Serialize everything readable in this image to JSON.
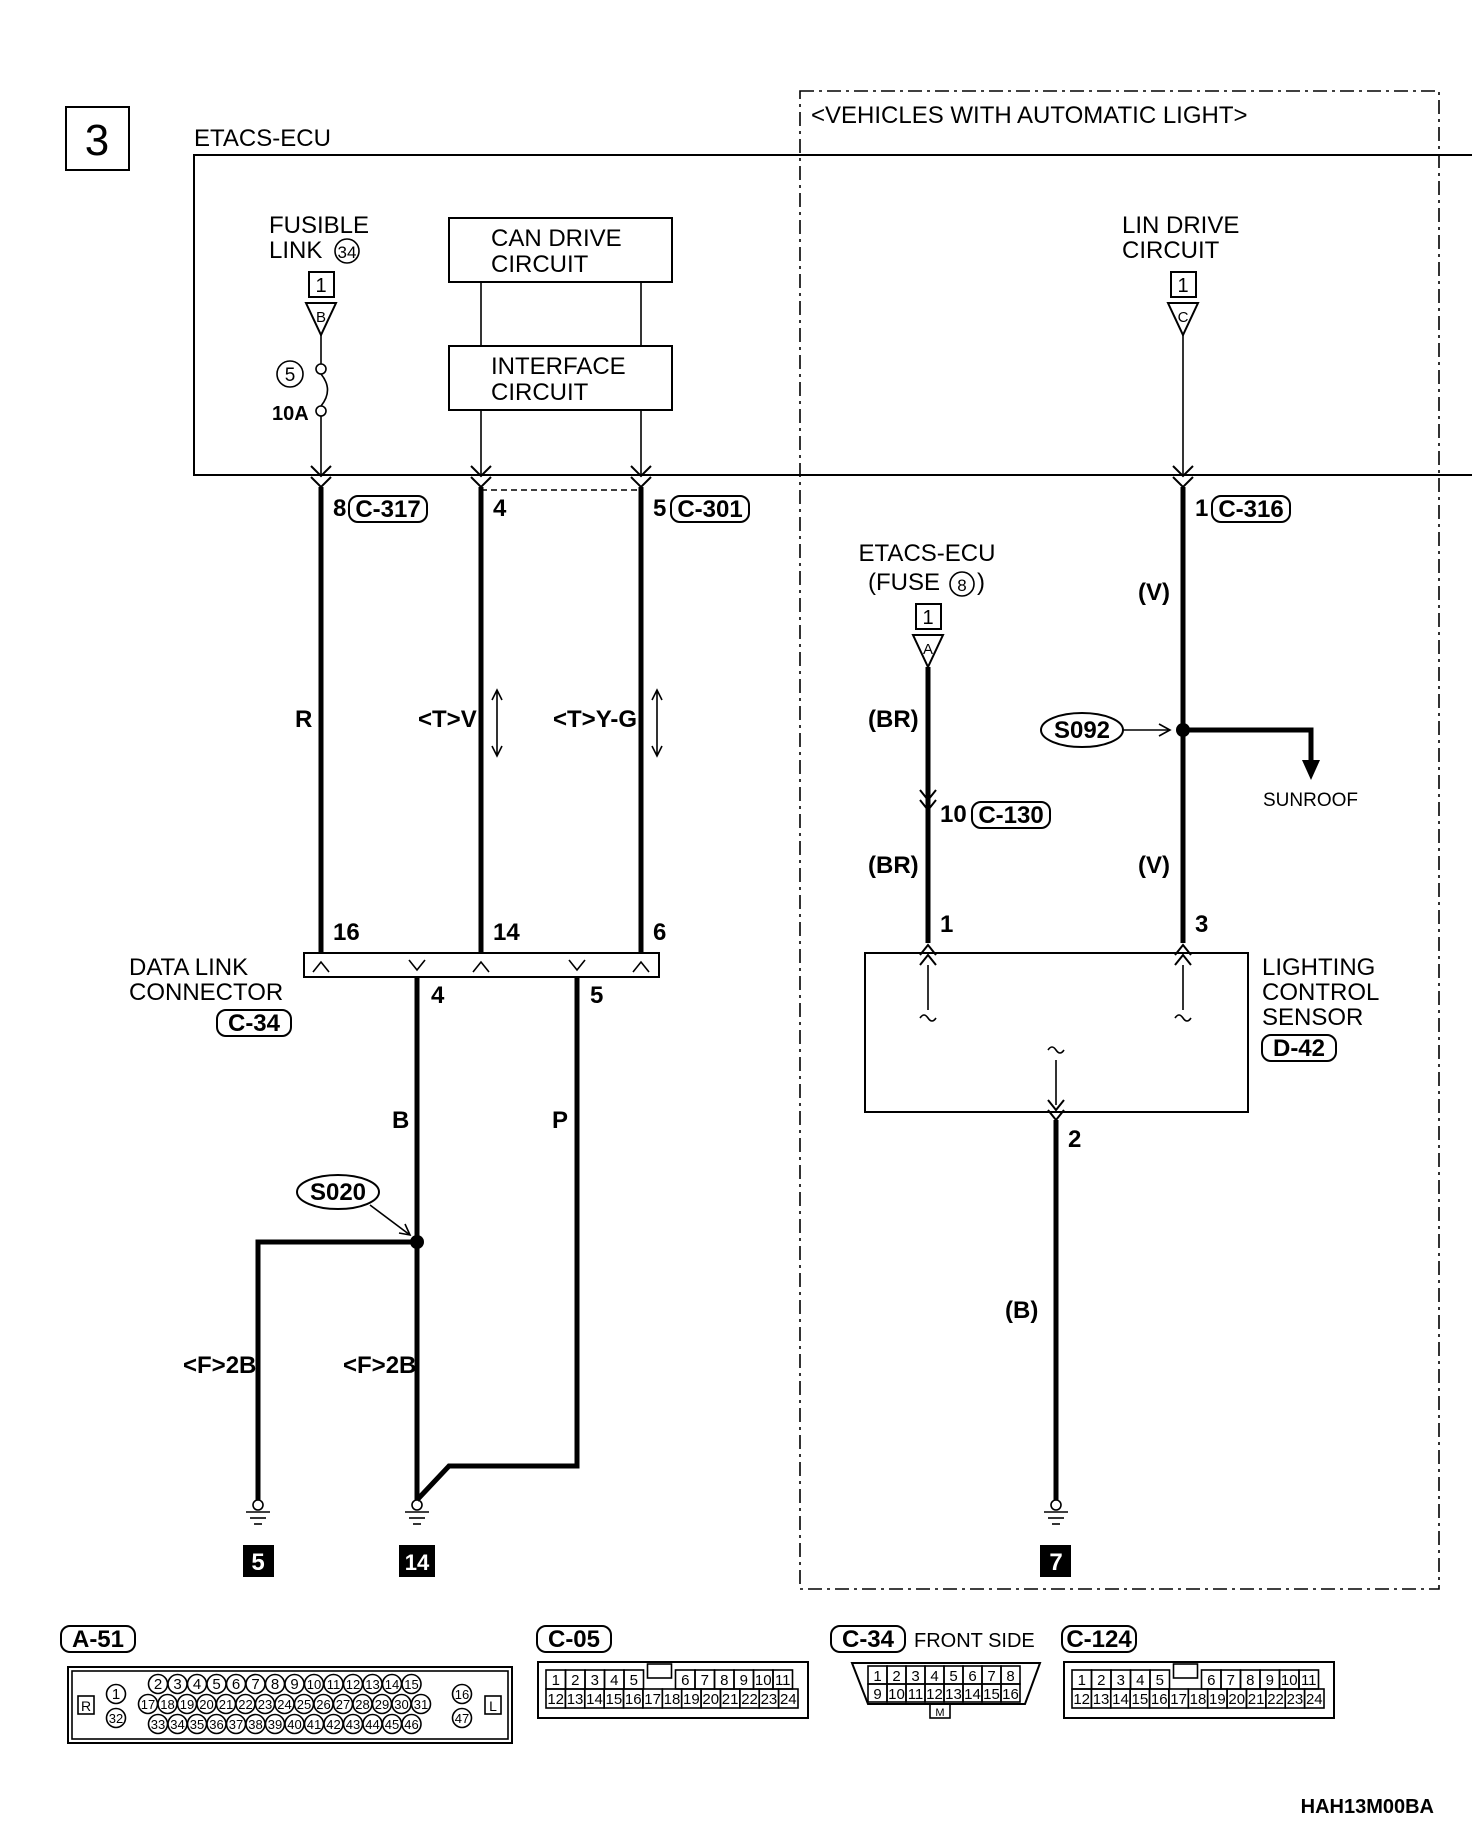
{
  "page_number": "3",
  "ecu_title": "ETACS-ECU",
  "auto_light_note": "<VEHICLES WITH AUTOMATIC LIGHT>",
  "fusible_link": {
    "line1": "FUSIBLE",
    "line2": "LINK",
    "number": "34",
    "connector_num": "1",
    "terminal": "B"
  },
  "fuse": {
    "number": "5",
    "rating": "10A"
  },
  "can_drive": {
    "line1": "CAN DRIVE",
    "line2": "CIRCUIT"
  },
  "interface": {
    "line1": "INTERFACE",
    "line2": "CIRCUIT"
  },
  "lin_drive": {
    "line1": "LIN DRIVE",
    "line2": "CIRCUIT",
    "connector_num": "1",
    "terminal": "C"
  },
  "ecu_pins": {
    "pin8": "8",
    "c317": "C-317",
    "pin4": "4",
    "pin5": "5",
    "c301": "C-301",
    "pin1": "1",
    "c316": "C-316"
  },
  "wire_colors": {
    "r": "R",
    "tv": "<T>V",
    "tyg": "<T>Y-G",
    "br1": "(BR)",
    "br2": "(BR)",
    "v1": "(V)",
    "v2": "(V)",
    "b_top": "B",
    "p": "P",
    "f2b_left": "<F>2B",
    "f2b_mid": "<F>2B",
    "b_sensor": "(B)"
  },
  "fuse8_source": {
    "line1": "ETACS-ECU",
    "line2a": "(FUSE",
    "number": "8",
    "line2b": ")",
    "connector_num": "1",
    "terminal": "A"
  },
  "c130": {
    "pin": "10",
    "label": "C-130"
  },
  "splices": {
    "s092": "S092",
    "s020": "S020"
  },
  "sunroof": "SUNROOF",
  "dlc": {
    "line1": "DATA LINK",
    "line2": "CONNECTOR",
    "connector": "C-34",
    "top_pins": {
      "p16": "16",
      "p14": "14",
      "p6": "6"
    },
    "bottom_pins": {
      "p4": "4",
      "p5": "5"
    }
  },
  "sensor": {
    "line1": "LIGHTING",
    "line2": "CONTROL",
    "line3": "SENSOR",
    "connector": "D-42",
    "pin1": "1",
    "pin3": "3",
    "pin2": "2"
  },
  "grounds": {
    "g5": "5",
    "g14": "14",
    "g7": "7"
  },
  "connector_views": {
    "a51": {
      "label": "A-51",
      "left_tag": "R",
      "right_tag": "L",
      "row_top": [
        "2",
        "3",
        "4",
        "5",
        "6",
        "7",
        "8",
        "9",
        "10",
        "11",
        "12",
        "13",
        "14",
        "15"
      ],
      "row_mid": [
        "17",
        "18",
        "19",
        "20",
        "21",
        "22",
        "23",
        "24",
        "25",
        "26",
        "27",
        "28",
        "29",
        "30",
        "31"
      ],
      "row_bot": [
        "33",
        "34",
        "35",
        "36",
        "37",
        "38",
        "39",
        "40",
        "41",
        "42",
        "43",
        "44",
        "45",
        "46"
      ],
      "left_pins": [
        "1",
        "32"
      ],
      "right_pins": [
        "16",
        "47"
      ]
    },
    "c05": {
      "label": "C-05",
      "row1": [
        "1",
        "2",
        "3",
        "4",
        "5",
        "",
        "6",
        "7",
        "8",
        "9",
        "10",
        "11"
      ],
      "row2": [
        "12",
        "13",
        "14",
        "15",
        "16",
        "17",
        "18",
        "19",
        "20",
        "21",
        "22",
        "23",
        "24"
      ]
    },
    "c34": {
      "label": "C-34",
      "side": "FRONT SIDE",
      "row1": [
        "1",
        "2",
        "3",
        "4",
        "5",
        "6",
        "7",
        "8"
      ],
      "row2": [
        "9",
        "10",
        "11",
        "12",
        "13",
        "14",
        "15",
        "16"
      ],
      "key": "M"
    },
    "c124": {
      "label": "C-124",
      "row1": [
        "1",
        "2",
        "3",
        "4",
        "5",
        "",
        "6",
        "7",
        "8",
        "9",
        "10",
        "11"
      ],
      "row2": [
        "12",
        "13",
        "14",
        "15",
        "16",
        "17",
        "18",
        "19",
        "20",
        "21",
        "22",
        "23",
        "24"
      ]
    }
  },
  "figure_code": "HAH13M00BA"
}
